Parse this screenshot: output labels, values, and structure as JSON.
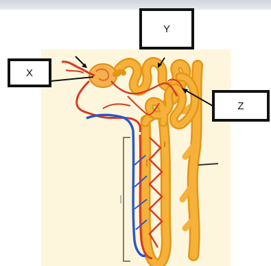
{
  "labels": {
    "x": "X",
    "y": "Y",
    "z": "Z"
  },
  "colors": {
    "tubule": "#f6b13a",
    "tubule_edge": "#e39516",
    "artery": "#d63a22",
    "vein": "#2a57c8",
    "background": "#fdf6dc"
  }
}
